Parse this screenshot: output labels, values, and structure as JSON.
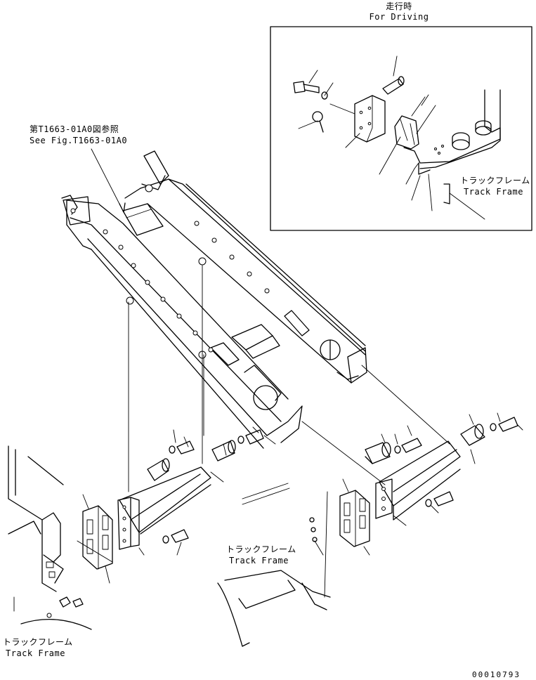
{
  "inset": {
    "caption_jp": "走行時",
    "caption_en": "For Driving",
    "track_frame_jp": "トラックフレーム",
    "track_frame_en": "Track Frame"
  },
  "reference": {
    "jp": "第T1663-01A0図参照",
    "en": "See Fig.T1663-01A0"
  },
  "track_frame_center": {
    "jp": "トラックフレーム",
    "en": "Track Frame"
  },
  "track_frame_left": {
    "jp": "トラックフレーム",
    "en": "Track Frame"
  },
  "figure_number": "00010793"
}
